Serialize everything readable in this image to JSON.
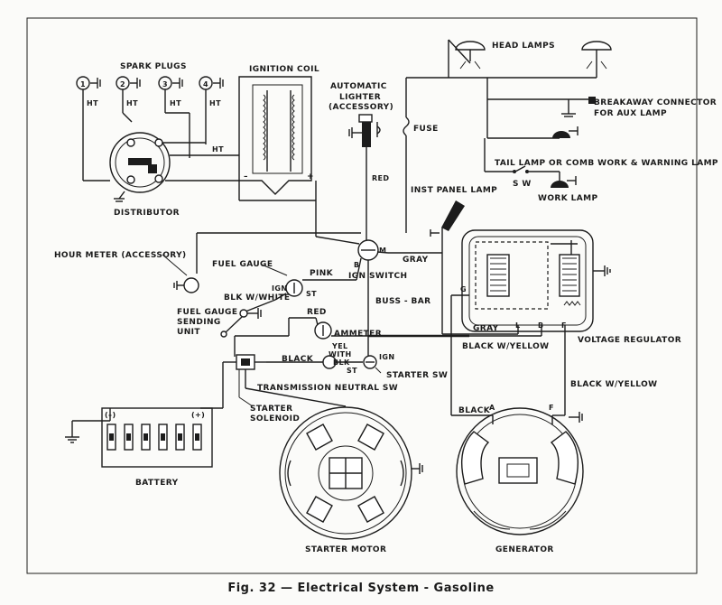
{
  "caption": "Fig. 32 — Electrical System - Gasoline",
  "labels": {
    "spark_plugs": "SPARK PLUGS",
    "ignition_coil": "IGNITION COIL",
    "automatic_lighter": "AUTOMATIC",
    "lighter": "LIGHTER",
    "accessory": "(ACCESSORY)",
    "head_lamps": "HEAD LAMPS",
    "breakaway_connector": "BREAKAWAY CONNECTOR",
    "for_aux_lamp": "FOR AUX LAMP",
    "fuse": "FUSE",
    "tail_lamp": "TAIL LAMP OR COMB WORK & WARNING LAMP",
    "sw": "S W",
    "work_lamp": "WORK LAMP",
    "distributor": "DISTRIBUTOR",
    "red": "RED",
    "inst_panel_lamp": "INST PANEL LAMP",
    "hour_meter": "HOUR METER (ACCESSORY)",
    "fuel_gauge": "FUEL GAUGE",
    "pink": "PINK",
    "gray": "GRAY",
    "ign_switch": "IGN SWITCH",
    "ign": "IGN",
    "st": "ST",
    "b": "B",
    "m": "M",
    "blk_w_white": "BLK W/WHITE",
    "fuel_gauge_sending": "FUEL GAUGE",
    "sending": "SENDING",
    "unit": "UNIT",
    "buss_bar": "BUSS - BAR",
    "red2": "RED",
    "ammeter": "AMMETER",
    "gray2": "GRAY",
    "l": "L",
    "b2": "B",
    "f": "F",
    "g": "G",
    "black_w_yellow": "BLACK W/YELLOW",
    "voltage_regulator": "VOLTAGE REGULATOR",
    "black": "BLACK",
    "yel": "YEL",
    "with": "WITH",
    "blk": "BLK",
    "ign2": "IGN",
    "st2": "ST",
    "starter_sw": "STARTER SW",
    "transmission_neutral_sw": "TRANSMISSION NEUTRAL SW",
    "black_w_yellow2": "BLACK W/YELLOW",
    "black2": "BLACK",
    "a": "A",
    "f2": "F",
    "starter": "STARTER",
    "solenoid": "SOLENOID",
    "battery": "BATTERY",
    "starter_motor": "STARTER MOTOR",
    "generator": "GENERATOR",
    "ht": "HT",
    "plug1": "1",
    "plug2": "2",
    "plug3": "3",
    "plug4": "4",
    "minus": "–",
    "plus": "+",
    "bat_neg": "(–)",
    "bat_pos": "(+)"
  }
}
